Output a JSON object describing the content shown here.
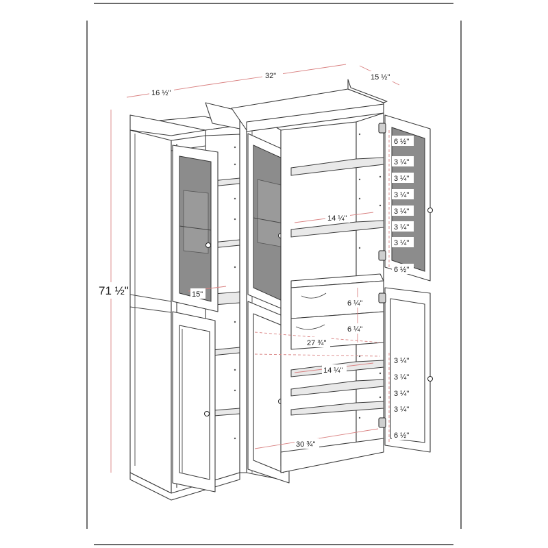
{
  "dimensions": {
    "width_32": "32\"",
    "depth_15_half": "15 ½\"",
    "side_16_half": "16 ½\"",
    "height_71_half": "71 ½\"",
    "glass_depth_15": "15\"",
    "shelf_14_quarter_top": "14 ¼\"",
    "shelf_14_quarter_bottom": "14 ¼\"",
    "drawer_6_quarter_a": "6 ¼\"",
    "drawer_6_quarter_b": "6 ¼\"",
    "inner_27_3q": "27 ¾\"",
    "inner_30_3q": "30 ¾\"",
    "upper_right": [
      "6 ½\"",
      "3 ¼\"",
      "3 ¼\"",
      "3 ¼\"",
      "3 ¼\"",
      "3 ¼\"",
      "3 ¼\"",
      "6 ½\""
    ],
    "lower_right": [
      "3 ¼\"",
      "3 ¼\"",
      "3 ¼\"",
      "3 ¼\"",
      "6 ½\""
    ]
  }
}
